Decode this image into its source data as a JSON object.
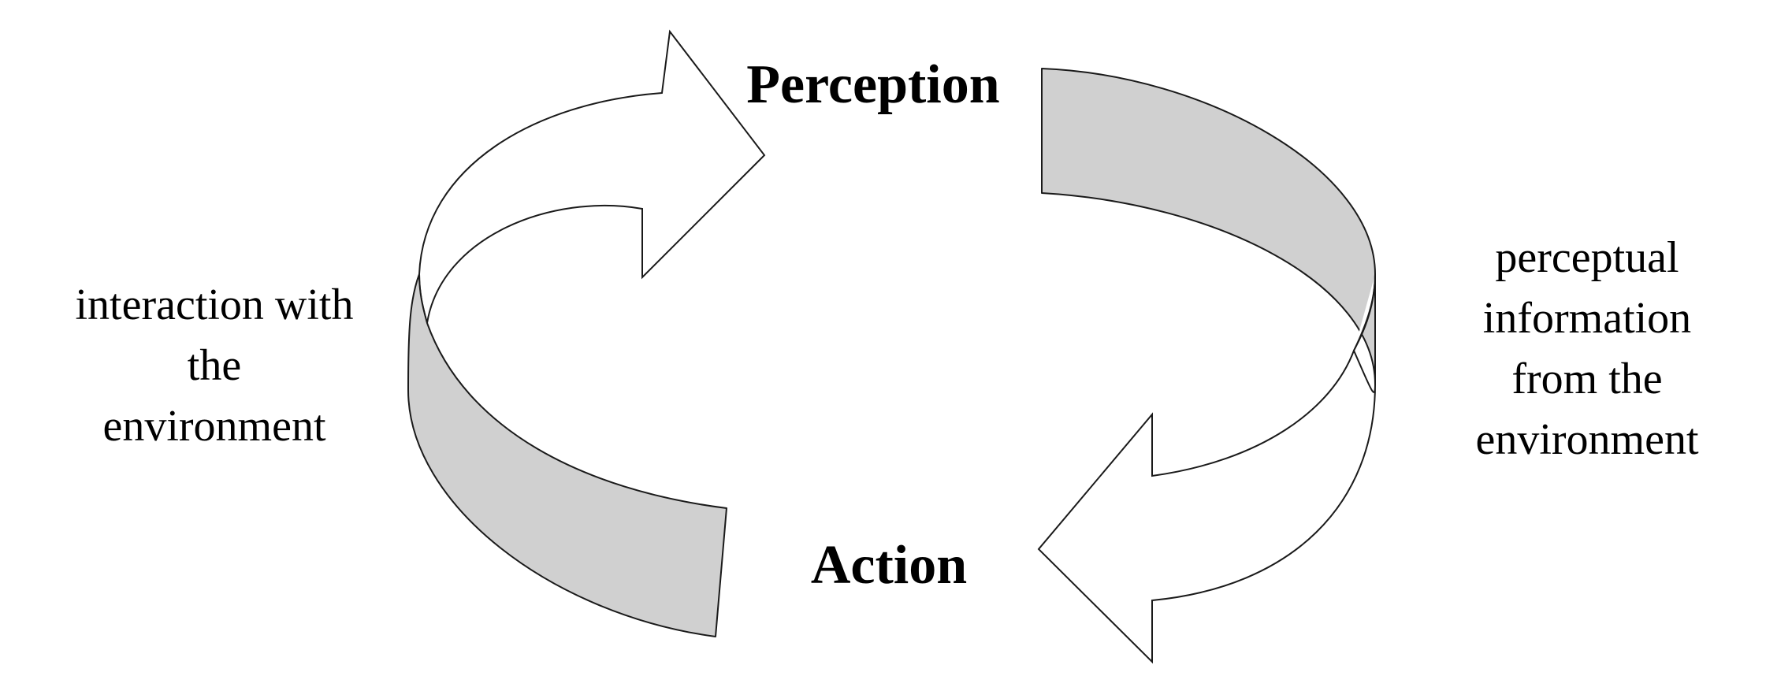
{
  "diagram": {
    "nodes": {
      "top": "Perception",
      "bottom": "Action"
    },
    "left_annotation": [
      "interaction with",
      "the",
      "environment"
    ],
    "right_annotation": [
      "perceptual",
      "information",
      "from the",
      "environment"
    ],
    "colors": {
      "ribbon_face": "#d0d0d0",
      "arrow_face": "#ffffff",
      "outline": "#1a1a1a",
      "text": "#000000"
    }
  }
}
